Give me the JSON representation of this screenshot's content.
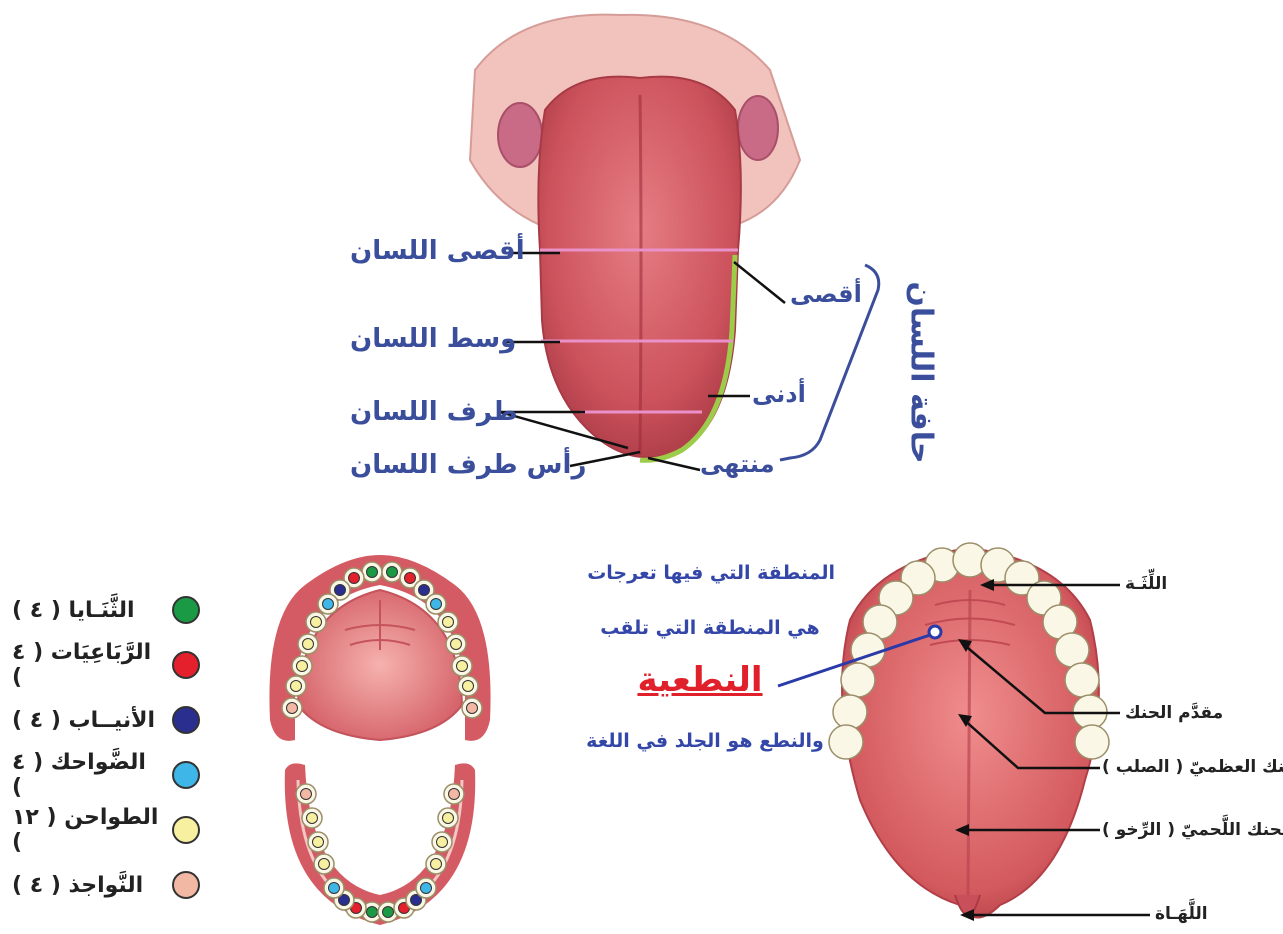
{
  "tongue": {
    "labels_left": [
      "أقصى اللسان",
      "وسط اللسان",
      "طرف اللسان",
      "رأس طرف اللسان"
    ],
    "labels_right": [
      "أقصى",
      "أدنى",
      "منتهى"
    ],
    "edge_title": "حافة اللسان"
  },
  "palate": {
    "labels": [
      "اللِّثَـة",
      "مقدَّم الحنك",
      "الحنك العظميّ ( الصلب )",
      "الحنك اللَّحميّ ( الرِّخو )",
      "اللَّهَـاة"
    ]
  },
  "note": {
    "line1": "المنطقة التي فيها تعرجات",
    "line2": "هي المنطقة التي تلقب",
    "keyword": "النطعية",
    "line3": "والنطع هو الجلد في اللغة"
  },
  "legend": [
    {
      "label": "الثَّنَـايا ( ٤ )",
      "color": "#1a9a45"
    },
    {
      "label": "الرَّبَاعِيَات ( ٤ )",
      "color": "#e3202c"
    },
    {
      "label": "الأنيــاب ( ٤ )",
      "color": "#2a2f8f"
    },
    {
      "label": "الضَّواحك ( ٤ )",
      "color": "#3fb6e8"
    },
    {
      "label": "الطواحن ( ١٢ )",
      "color": "#f6f0a0"
    },
    {
      "label": "النَّواجذ ( ٤ )",
      "color": "#f3b8a4"
    }
  ],
  "colors": {
    "label_blue": "#3a4e9c",
    "zone_line": "#e991c8",
    "edge_green": "#9ccc4a",
    "tissue": "#d9626a",
    "keyword_red": "#e0212b"
  }
}
